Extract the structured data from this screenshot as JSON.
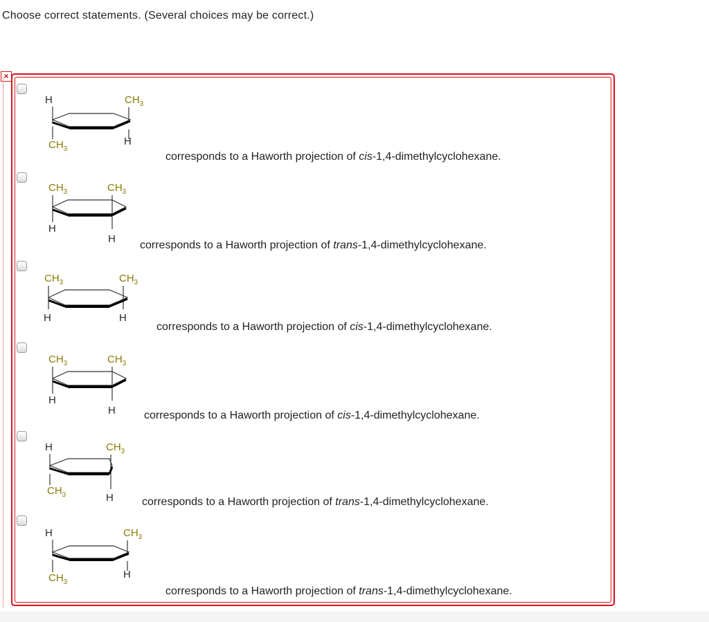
{
  "question": {
    "prompt": "Choose correct statements. (Several choices may be correct.)",
    "error_mark": "×"
  },
  "options": [
    {
      "statement_prefix": "corresponds to a Haworth projection of ",
      "stereo": "cis",
      "statement_suffix": "-1,4-dimethylcyclohexane.",
      "checked": false,
      "labels": {
        "top_left": "H",
        "top_right": "CH3",
        "bottom_left": "CH3",
        "bottom_right": "H"
      }
    },
    {
      "statement_prefix": "corresponds to a Haworth projection of ",
      "stereo": "trans",
      "statement_suffix": "-1,4-dimethylcyclohexane.",
      "checked": false,
      "labels": {
        "top_left": "CH3",
        "top_right": "CH3",
        "bottom_left": "H",
        "bottom_right": "H"
      }
    },
    {
      "statement_prefix": "corresponds to a Haworth projection of ",
      "stereo": "cis",
      "statement_suffix": "-1,4-dimethylcyclohexane.",
      "checked": false,
      "labels": {
        "top_left": "CH3",
        "top_right": "CH3",
        "bottom_left": "H",
        "bottom_right": "H"
      }
    },
    {
      "statement_prefix": "corresponds to a Haworth projection of ",
      "stereo": "cis",
      "statement_suffix": "-1,4-dimethylcyclohexane.",
      "checked": false,
      "labels": {
        "top_left": "CH3",
        "top_right": "CH3",
        "bottom_left": "H",
        "bottom_right": "H"
      }
    },
    {
      "statement_prefix": "corresponds to a Haworth projection of ",
      "stereo": "trans",
      "statement_suffix": "-1,4-dimethylcyclohexane.",
      "checked": false,
      "labels": {
        "top_left": "H",
        "top_right": "CH3",
        "bottom_left": "CH3",
        "bottom_right": "H"
      }
    },
    {
      "statement_prefix": "corresponds to a Haworth projection of ",
      "stereo": "trans",
      "statement_suffix": "-1,4-dimethylcyclohexane.",
      "checked": false,
      "labels": {
        "top_left": "H",
        "top_right": "CH3",
        "bottom_left": "CH3",
        "bottom_right": "H"
      }
    }
  ]
}
